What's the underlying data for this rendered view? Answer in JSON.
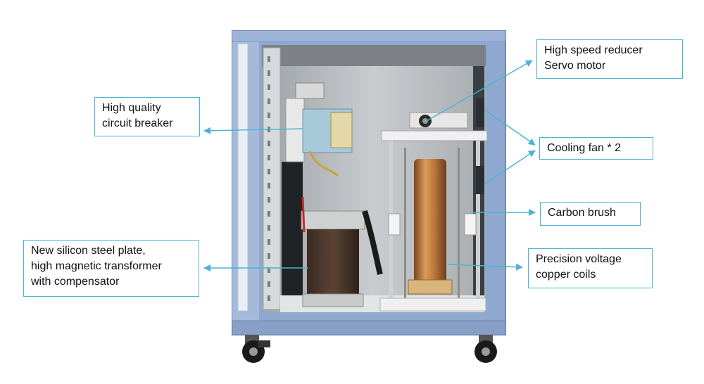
{
  "callouts": {
    "breaker": {
      "line1": "High quality",
      "line2": "circuit breaker"
    },
    "reducer": {
      "line1": "High speed reducer",
      "line2": "Servo motor"
    },
    "fan": {
      "line1": "Cooling fan * 2"
    },
    "brush": {
      "line1": "Carbon brush"
    },
    "coils": {
      "line1": "Precision voltage",
      "line2": "copper coils"
    },
    "steel": {
      "line1": "New silicon steel plate,",
      "line2": "high magnetic transformer",
      "line3": "with compensator"
    }
  },
  "colors": {
    "callout_border": "#4ab3d6",
    "cabinet_blue": "#8fa8cf",
    "interior": "#bfc3c6",
    "copper": "#c0783c"
  }
}
